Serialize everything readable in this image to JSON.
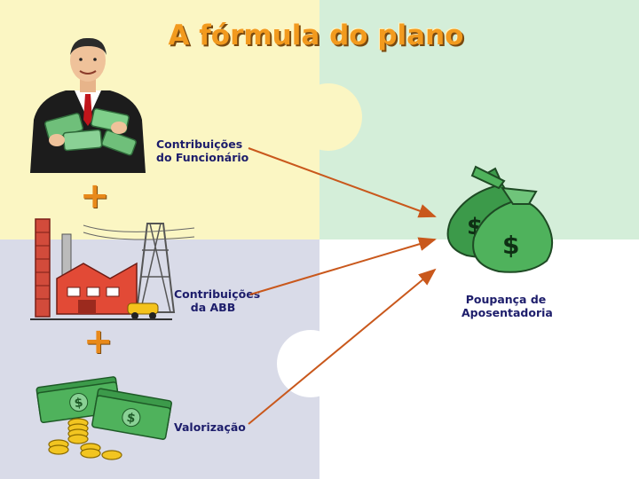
{
  "title": "A fórmula do plano",
  "contributions": {
    "employee": [
      "Contribuições",
      "do Funcionário"
    ],
    "company": [
      "Contribuições",
      "da ABB"
    ],
    "growth": "Valorização"
  },
  "operators": {
    "plus": "+"
  },
  "result": [
    "Poupança de",
    "Aposentadoria"
  ],
  "icons": {
    "businessman": "businessman-with-money-icon",
    "factory": "factory-icon",
    "cash": "cash-and-coins-icon",
    "moneybags": "money-bags-icon"
  },
  "colors": {
    "yellow_quadrant": "#fbf6c3",
    "green_quadrant": "#d4eed9",
    "blue_quadrant": "#d9dbe8",
    "white_quadrant": "#ffffff",
    "arrow": "#c9581c",
    "label": "#1d1d6b",
    "title": "#f29a1e"
  }
}
